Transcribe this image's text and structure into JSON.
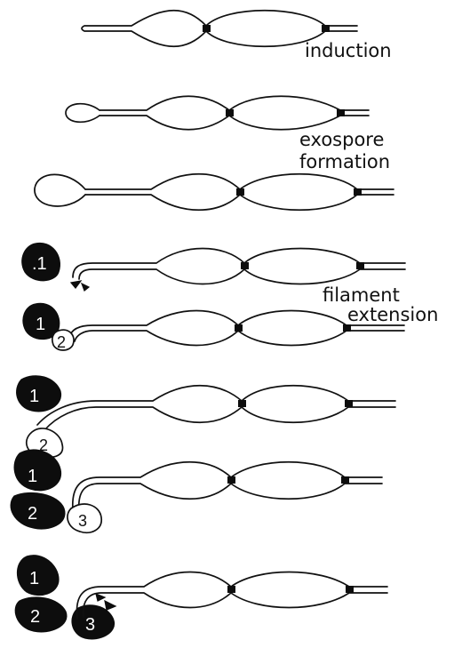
{
  "labels": {
    "induction": "induction",
    "exospore_1": "exospore",
    "exospore_2": "formation",
    "filament_1": "filament",
    "filament_2": "extension"
  },
  "spore_numbers": {
    "row4_1": ".1",
    "row5_1": "1",
    "row5_2": "2",
    "row6_1": "1",
    "row6_2": "2",
    "row7_1": "1",
    "row7_2": "2",
    "row7_3": "3",
    "row8_1": "1",
    "row8_2": "2",
    "row8_3": "3"
  }
}
